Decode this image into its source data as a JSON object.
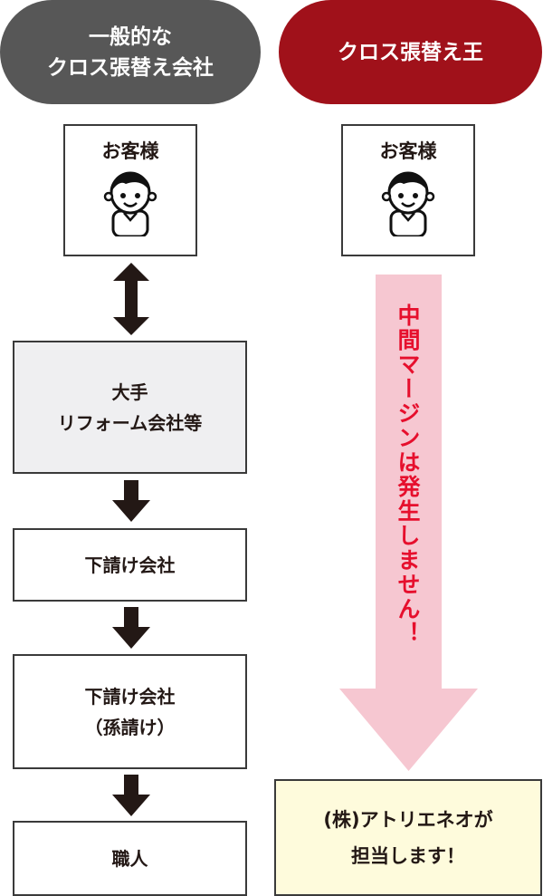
{
  "left_header": {
    "line1": "一般的な",
    "line2": "クロス張替え会社",
    "color": "#575757"
  },
  "right_header": {
    "label": "クロス張替え王",
    "color": "#a0111a"
  },
  "customer_label": "お客様",
  "left_flow": [
    {
      "line1": "大手",
      "line2": "リフォーム会社等"
    },
    {
      "line1": "下請け会社"
    },
    {
      "line1": "下請け会社",
      "line2": "（孫請け）"
    },
    {
      "line1": "職人"
    }
  ],
  "right_arrow_text": "中間マージンは発生しません！",
  "right_result": {
    "line1": "(株)アトリエネオが",
    "line2": "担当します！"
  }
}
